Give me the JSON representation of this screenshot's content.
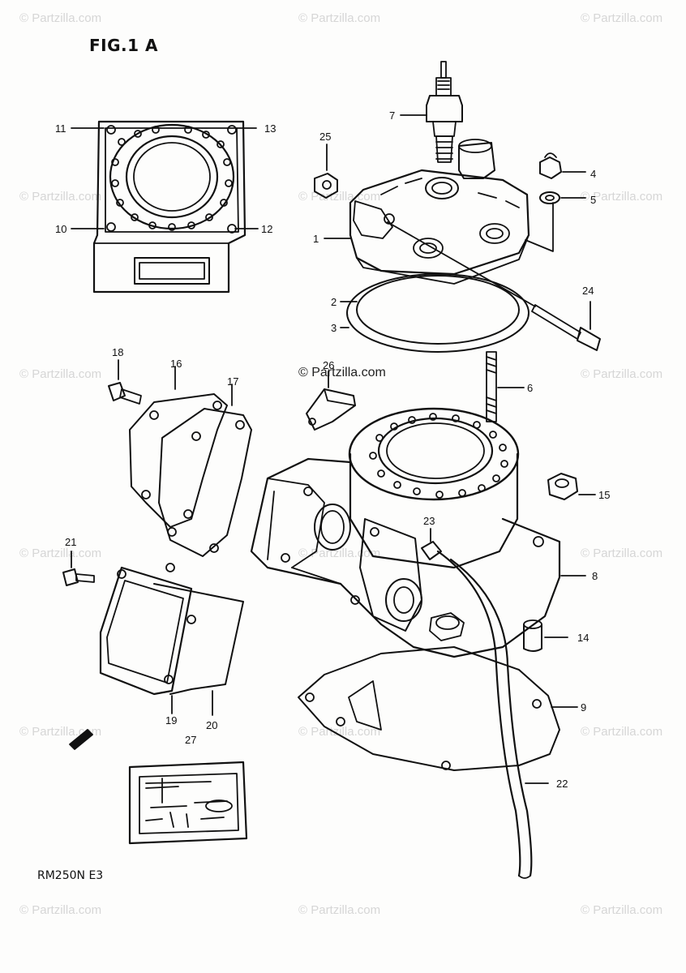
{
  "figure": {
    "title": "FIG.1 A",
    "model": "RM250N E3"
  },
  "watermark": {
    "text": "© Partzilla.com",
    "overlay_text": "© Partzilla.com"
  },
  "callouts": {
    "c1": "1",
    "c2": "2",
    "c3": "3",
    "c4": "4",
    "c5": "5",
    "c6": "6",
    "c7": "7",
    "c8": "8",
    "c9": "9",
    "c10": "10",
    "c11": "11",
    "c12": "12",
    "c13": "13",
    "c14": "14",
    "c15": "15",
    "c16": "16",
    "c17": "17",
    "c18": "18",
    "c19": "19",
    "c20": "20",
    "c21": "21",
    "c22": "22",
    "c23": "23",
    "c24": "24",
    "c25": "25",
    "c26": "26",
    "c27": "27"
  },
  "icons": {
    "direction": "fwd-arrow-icon"
  },
  "colors": {
    "ink": "#111111",
    "paper": "#fdfdfc",
    "watermark": "#d6d6d6"
  }
}
